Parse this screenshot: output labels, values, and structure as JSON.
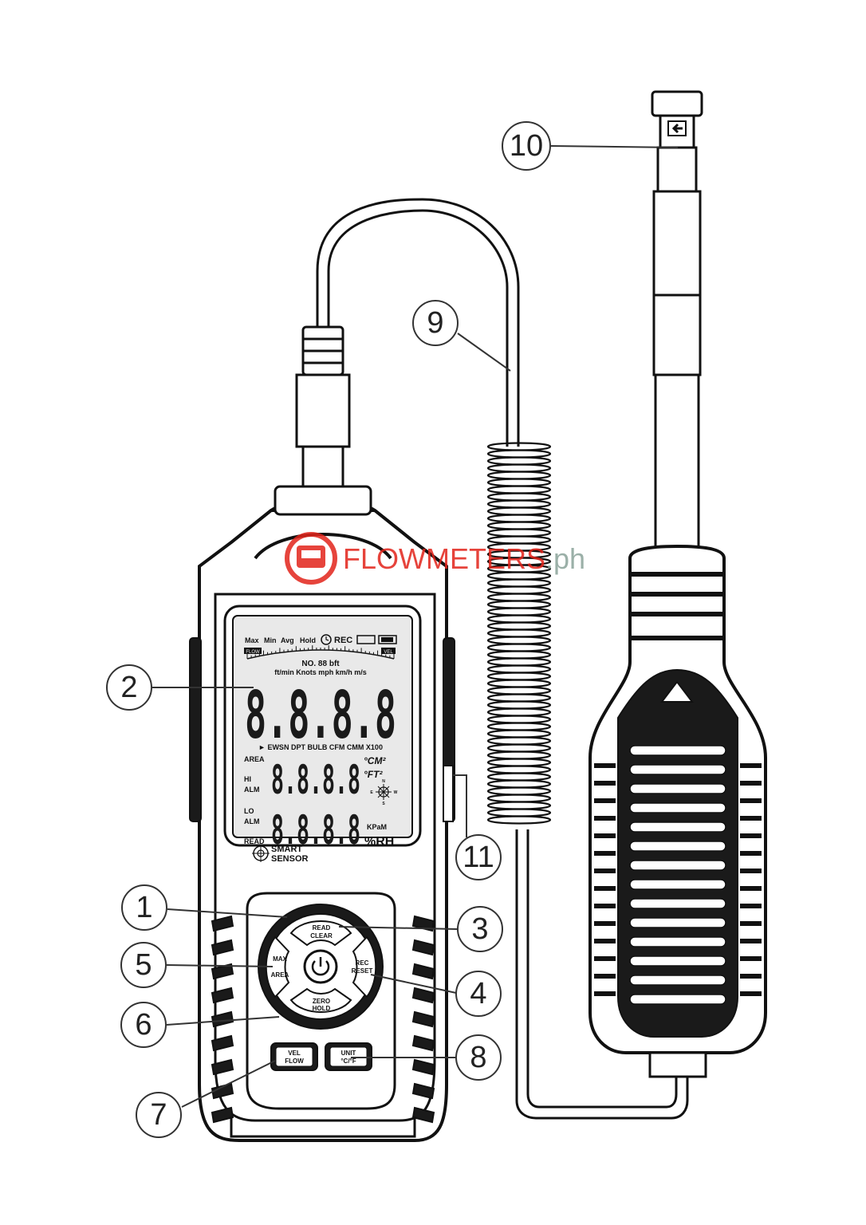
{
  "callouts": [
    {
      "id": "1",
      "label": "1"
    },
    {
      "id": "2",
      "label": "2"
    },
    {
      "id": "3",
      "label": "3"
    },
    {
      "id": "4",
      "label": "4"
    },
    {
      "id": "5",
      "label": "5"
    },
    {
      "id": "6",
      "label": "6"
    },
    {
      "id": "7",
      "label": "7"
    },
    {
      "id": "8",
      "label": "8"
    },
    {
      "id": "9",
      "label": "9"
    },
    {
      "id": "10",
      "label": "10"
    },
    {
      "id": "11",
      "label": "11"
    }
  ],
  "watermark": {
    "main": "FLOWMETERS",
    "suffix": ".ph",
    "color": "#e2231a",
    "suffix_color": "#8aa39a"
  },
  "lcd": {
    "top_row": {
      "max": "Max",
      "min": "Min",
      "avg": "Avg",
      "hold": "Hold",
      "rec": "REC"
    },
    "flow_tag": "FLOW",
    "vel_tag": "VEL",
    "no_bft": "NO. 88 bft",
    "units_row": "ft/min Knots mph km/h m/s",
    "main_digits": "8.8.8.8",
    "mode_row": "► EWSN DPT BULB CFM CMM X100",
    "area": "AREA",
    "hi": "HI",
    "alm1": "ALM",
    "lo": "LO",
    "alm2": "ALM",
    "read": "READ",
    "mid_digits": "8.8.8.8",
    "low_digits": "8.8.8.8",
    "cm2": "°CM²",
    "ft2": "°FT²",
    "kpam": "KPaM",
    "rh": "%RH",
    "compass": {
      "n": "N",
      "e": "E",
      "w": "W",
      "s": "S"
    }
  },
  "brand": {
    "line1": "SMART",
    "line2": "SENSOR"
  },
  "buttons": {
    "read_clear": {
      "top": "READ",
      "bottom": "CLEAR"
    },
    "max_area": {
      "top": "MAX",
      "bottom": "AREA"
    },
    "rec_reset": {
      "top": "REC",
      "bottom": "RESET"
    },
    "zero_hold": {
      "top": "ZERO",
      "bottom": "HOLD"
    },
    "vel_flow": {
      "top": "VEL",
      "bottom": "FLOW"
    },
    "unit": {
      "top": "UNIT",
      "bottom": "°C/°F"
    }
  },
  "colors": {
    "outline": "#111111",
    "device_dark": "#1a1a1a",
    "lcd_bg": "#e9e9e9"
  }
}
